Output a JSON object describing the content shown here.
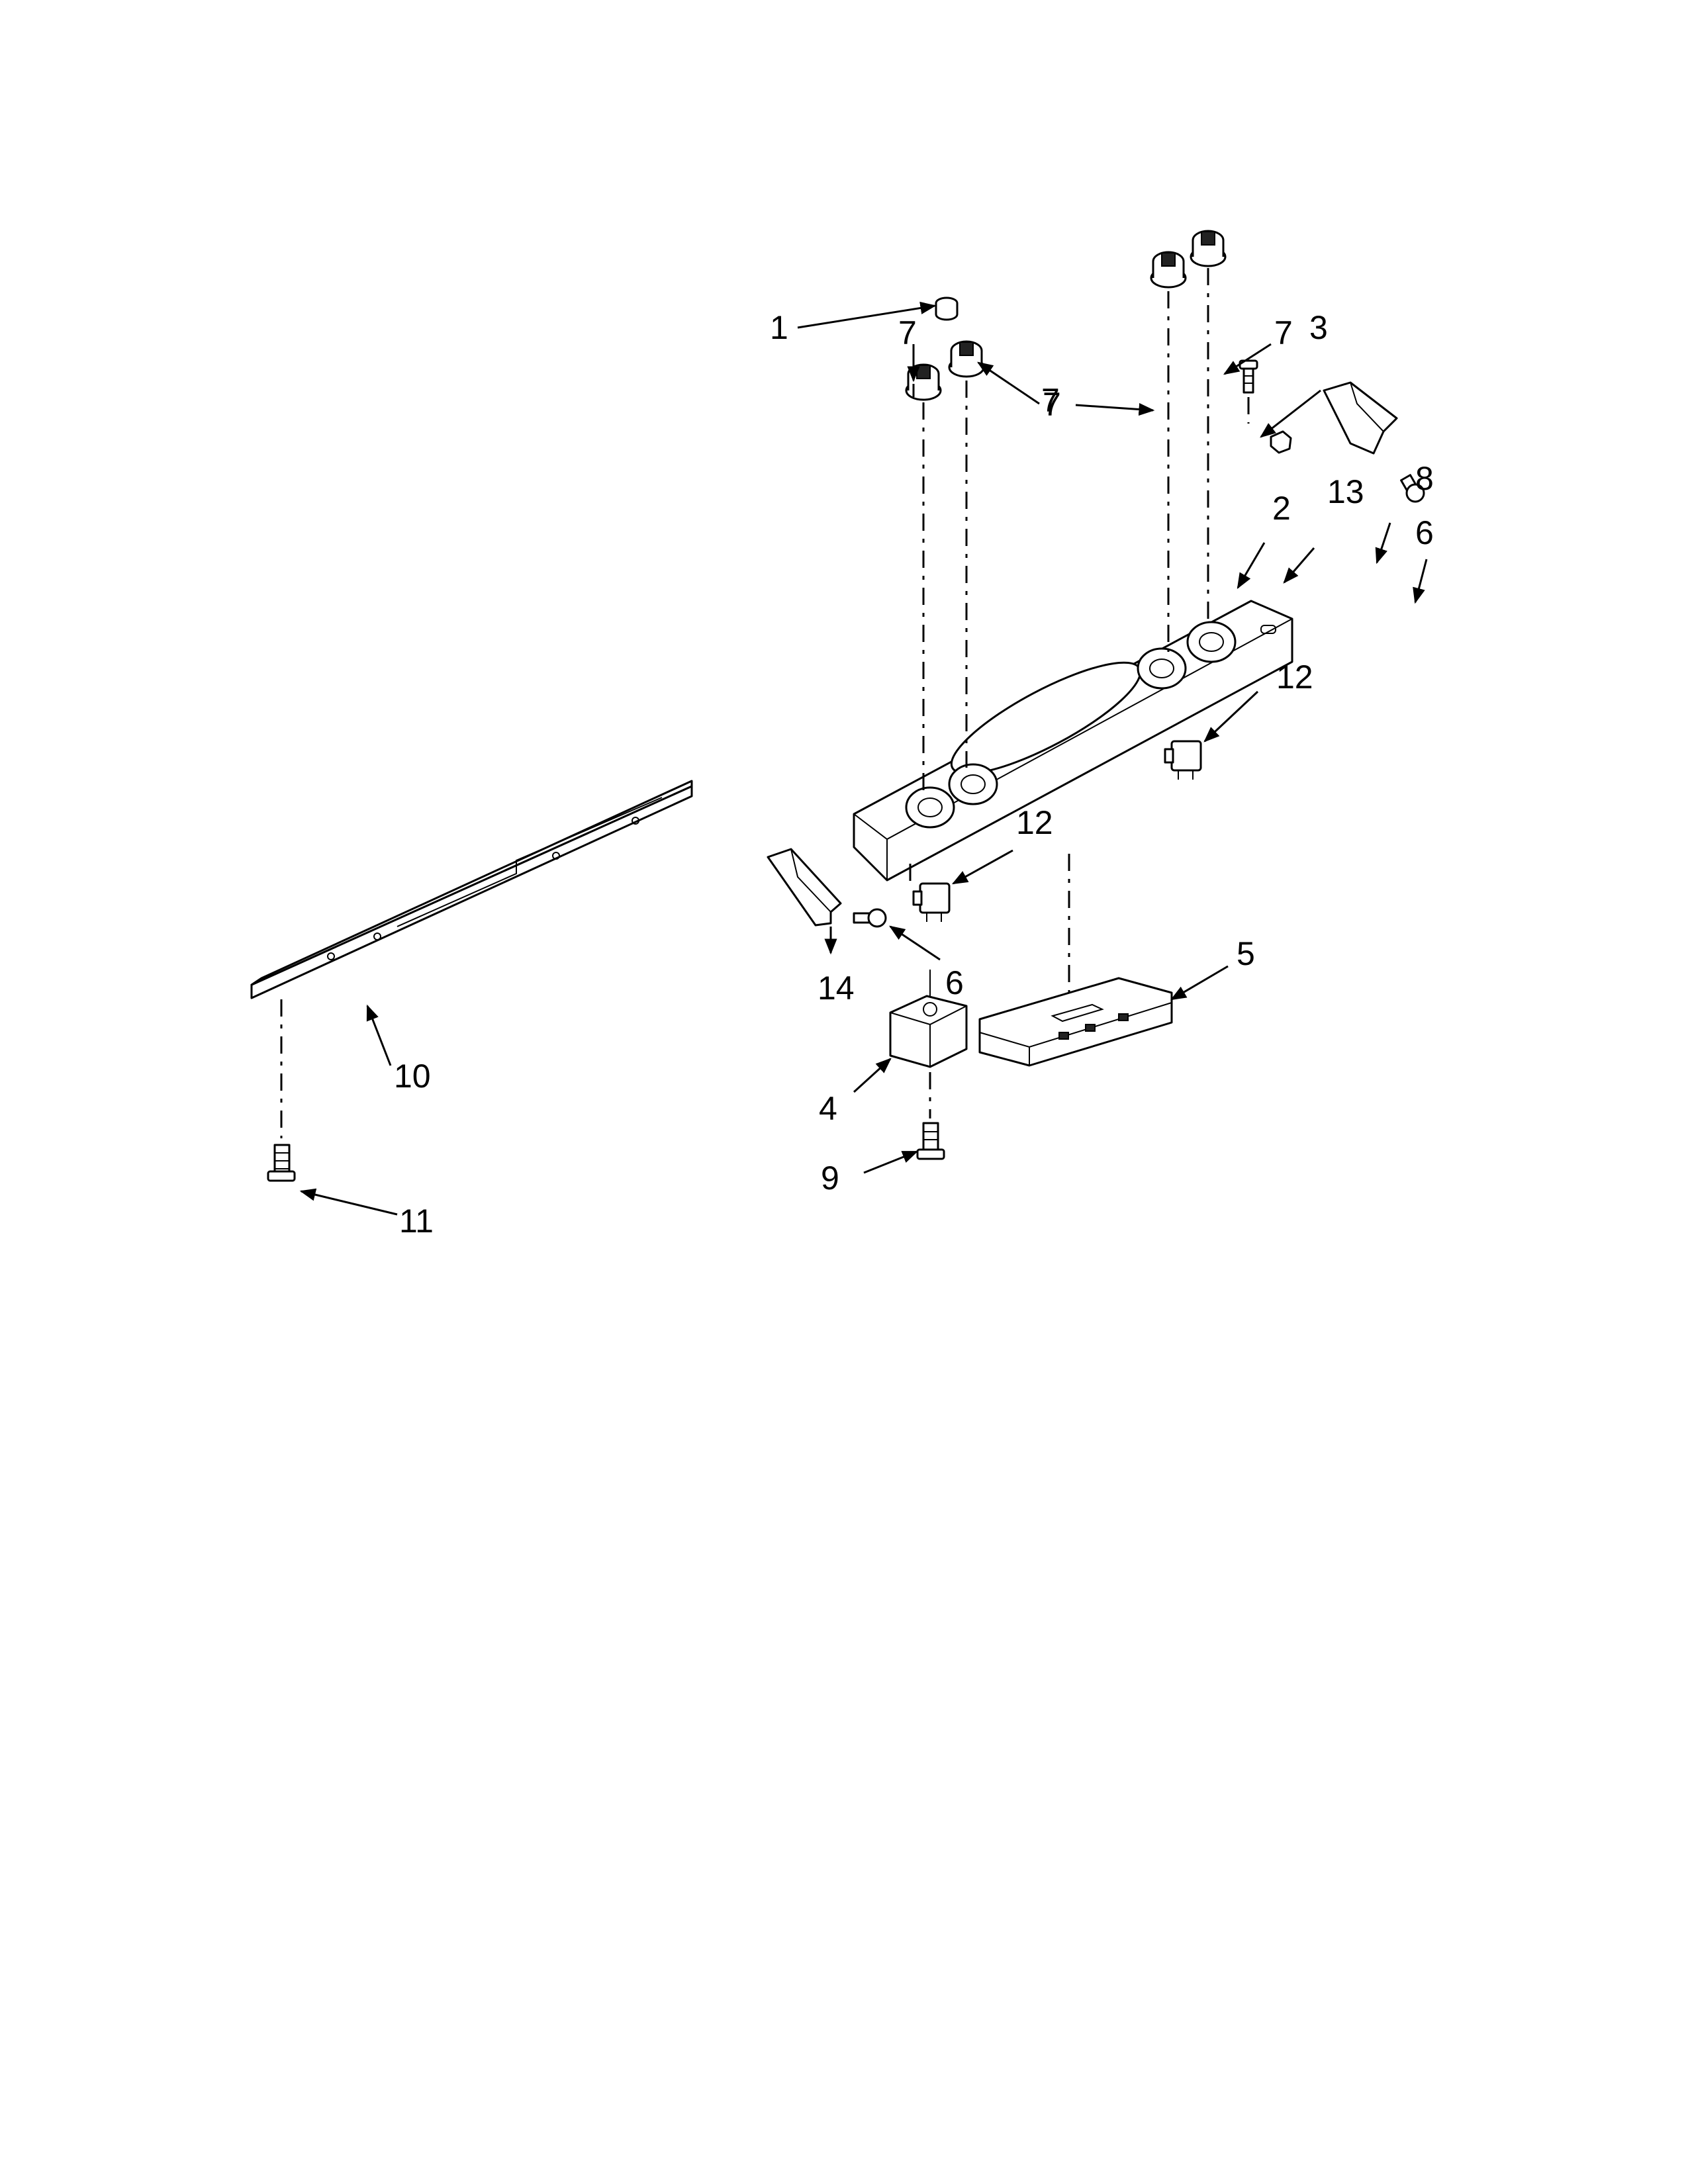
{
  "callouts": [
    {
      "id": "c1",
      "text": "1"
    },
    {
      "id": "c2",
      "text": "2"
    },
    {
      "id": "c3",
      "text": "3"
    },
    {
      "id": "c4",
      "text": "4"
    },
    {
      "id": "c5",
      "text": "5"
    },
    {
      "id": "c6a",
      "text": "6"
    },
    {
      "id": "c6b",
      "text": "6"
    },
    {
      "id": "c7a",
      "text": "7"
    },
    {
      "id": "c7b",
      "text": "7"
    },
    {
      "id": "c7c",
      "text": "7"
    },
    {
      "id": "c7d",
      "text": "7"
    },
    {
      "id": "c8",
      "text": "8"
    },
    {
      "id": "c9",
      "text": "9"
    },
    {
      "id": "c10",
      "text": "10"
    },
    {
      "id": "c11",
      "text": "11"
    },
    {
      "id": "c12a",
      "text": "12"
    },
    {
      "id": "c12b",
      "text": "12"
    },
    {
      "id": "c13",
      "text": "13"
    },
    {
      "id": "c14",
      "text": "14"
    }
  ]
}
